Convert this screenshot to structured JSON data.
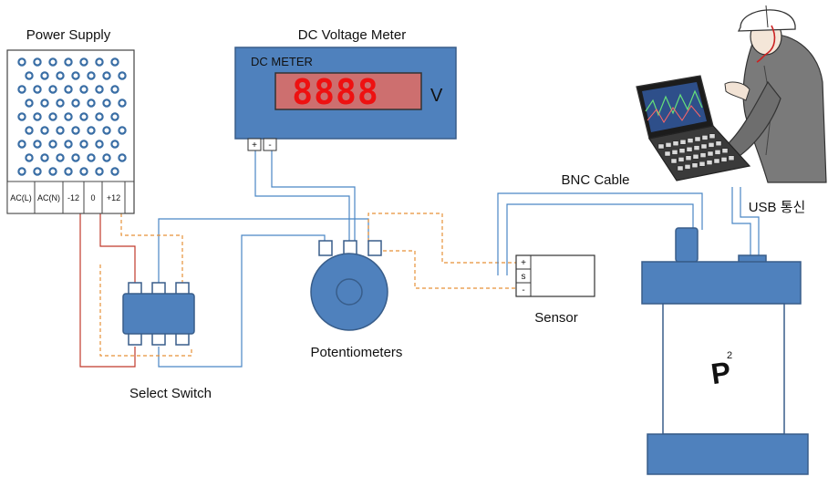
{
  "labels": {
    "power_supply": "Power Supply",
    "dc_voltage_meter": "DC Voltage Meter",
    "select_switch": "Select Switch",
    "potentiometers": "Potentiometers",
    "sensor": "Sensor",
    "bnc_cable": "BNC Cable",
    "usb": "USB 통신"
  },
  "power_supply": {
    "terminals": [
      "AC(L)",
      "AC(N)",
      "-12",
      "0",
      "+12"
    ]
  },
  "meter": {
    "title": "DC METER",
    "reading": "8888",
    "unit": "V",
    "plus": "+",
    "minus": "-"
  },
  "sensor": {
    "pins": [
      "+",
      "s",
      "-"
    ]
  },
  "device": {
    "label": "P",
    "superscript": "2"
  },
  "colors": {
    "blue_fill": "#4f81bd",
    "blue_stroke": "#385d8a",
    "wire_blue": "#4a86c5",
    "wire_red": "#c0392b",
    "wire_orange_dashed": "#e69138",
    "display_red": "#ee1111"
  }
}
